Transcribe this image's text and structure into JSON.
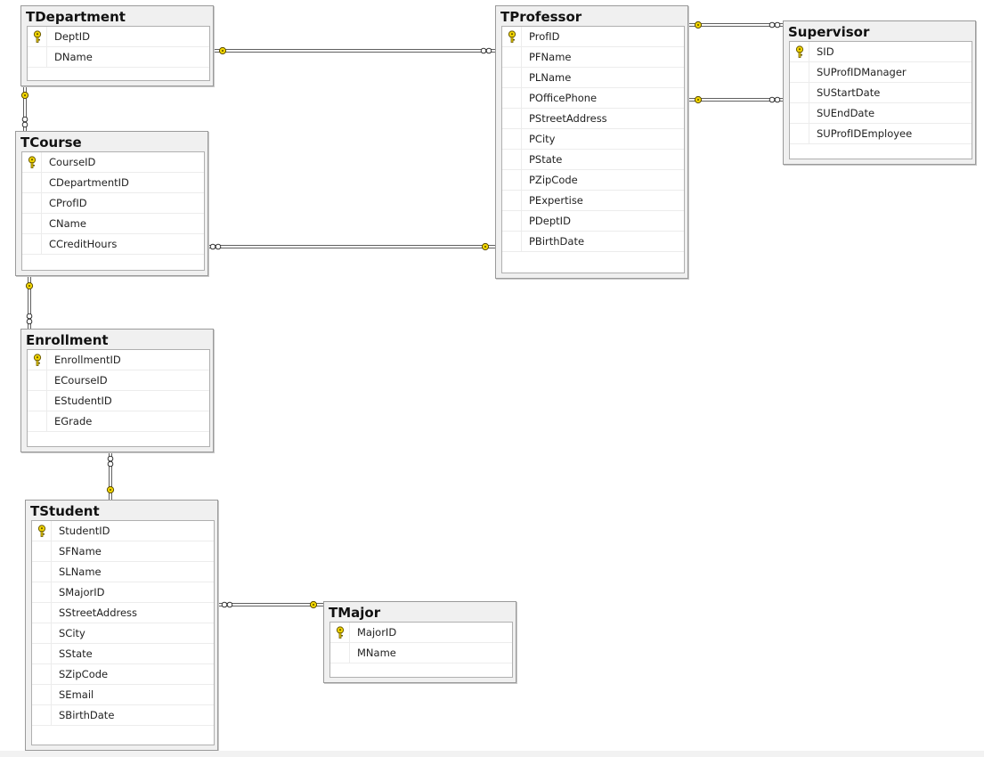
{
  "diagram": {
    "tables": [
      {
        "id": "TDepartment",
        "title": "TDepartment",
        "columns": [
          {
            "name": "DeptID",
            "pk": true
          },
          {
            "name": "DName",
            "pk": false
          }
        ]
      },
      {
        "id": "TProfessor",
        "title": "TProfessor",
        "columns": [
          {
            "name": "ProfID",
            "pk": true
          },
          {
            "name": "PFName",
            "pk": false
          },
          {
            "name": "PLName",
            "pk": false
          },
          {
            "name": "POfficePhone",
            "pk": false
          },
          {
            "name": "PStreetAddress",
            "pk": false
          },
          {
            "name": "PCity",
            "pk": false
          },
          {
            "name": "PState",
            "pk": false
          },
          {
            "name": "PZipCode",
            "pk": false
          },
          {
            "name": "PExpertise",
            "pk": false
          },
          {
            "name": "PDeptID",
            "pk": false
          },
          {
            "name": "PBirthDate",
            "pk": false
          }
        ]
      },
      {
        "id": "Supervisor",
        "title": "Supervisor",
        "columns": [
          {
            "name": "SID",
            "pk": true
          },
          {
            "name": "SUProfIDManager",
            "pk": false
          },
          {
            "name": "SUStartDate",
            "pk": false
          },
          {
            "name": "SUEndDate",
            "pk": false
          },
          {
            "name": "SUProfIDEmployee",
            "pk": false
          }
        ]
      },
      {
        "id": "TCourse",
        "title": "TCourse",
        "columns": [
          {
            "name": "CourseID",
            "pk": true
          },
          {
            "name": "CDepartmentID",
            "pk": false
          },
          {
            "name": "CProfID",
            "pk": false
          },
          {
            "name": "CName",
            "pk": false
          },
          {
            "name": "CCreditHours",
            "pk": false
          }
        ]
      },
      {
        "id": "Enrollment",
        "title": "Enrollment",
        "columns": [
          {
            "name": "EnrollmentID",
            "pk": true
          },
          {
            "name": "ECourseID",
            "pk": false
          },
          {
            "name": "EStudentID",
            "pk": false
          },
          {
            "name": "EGrade",
            "pk": false
          }
        ]
      },
      {
        "id": "TStudent",
        "title": "TStudent",
        "columns": [
          {
            "name": "StudentID",
            "pk": true
          },
          {
            "name": "SFName",
            "pk": false
          },
          {
            "name": "SLName",
            "pk": false
          },
          {
            "name": "SMajorID",
            "pk": false
          },
          {
            "name": "SStreetAddress",
            "pk": false
          },
          {
            "name": "SCity",
            "pk": false
          },
          {
            "name": "SState",
            "pk": false
          },
          {
            "name": "SZipCode",
            "pk": false
          },
          {
            "name": "SEmail",
            "pk": false
          },
          {
            "name": "SBirthDate",
            "pk": false
          }
        ]
      },
      {
        "id": "TMajor",
        "title": "TMajor",
        "columns": [
          {
            "name": "MajorID",
            "pk": true
          },
          {
            "name": "MName",
            "pk": false
          }
        ]
      }
    ],
    "relationships": [
      {
        "one": "TDepartment",
        "many": "TProfessor"
      },
      {
        "one": "TDepartment",
        "many": "TCourse"
      },
      {
        "one": "TProfessor",
        "many": "Supervisor"
      },
      {
        "one": "TProfessor",
        "many": "Supervisor"
      },
      {
        "one": "TProfessor",
        "many": "TCourse"
      },
      {
        "one": "TCourse",
        "many": "Enrollment"
      },
      {
        "one": "TStudent",
        "many": "Enrollment"
      },
      {
        "one": "TMajor",
        "many": "TStudent"
      }
    ],
    "colors": {
      "key": "#f2d600",
      "line": "#606060",
      "header_bg": "#f0f0f0",
      "border": "#9a9a9a"
    }
  }
}
